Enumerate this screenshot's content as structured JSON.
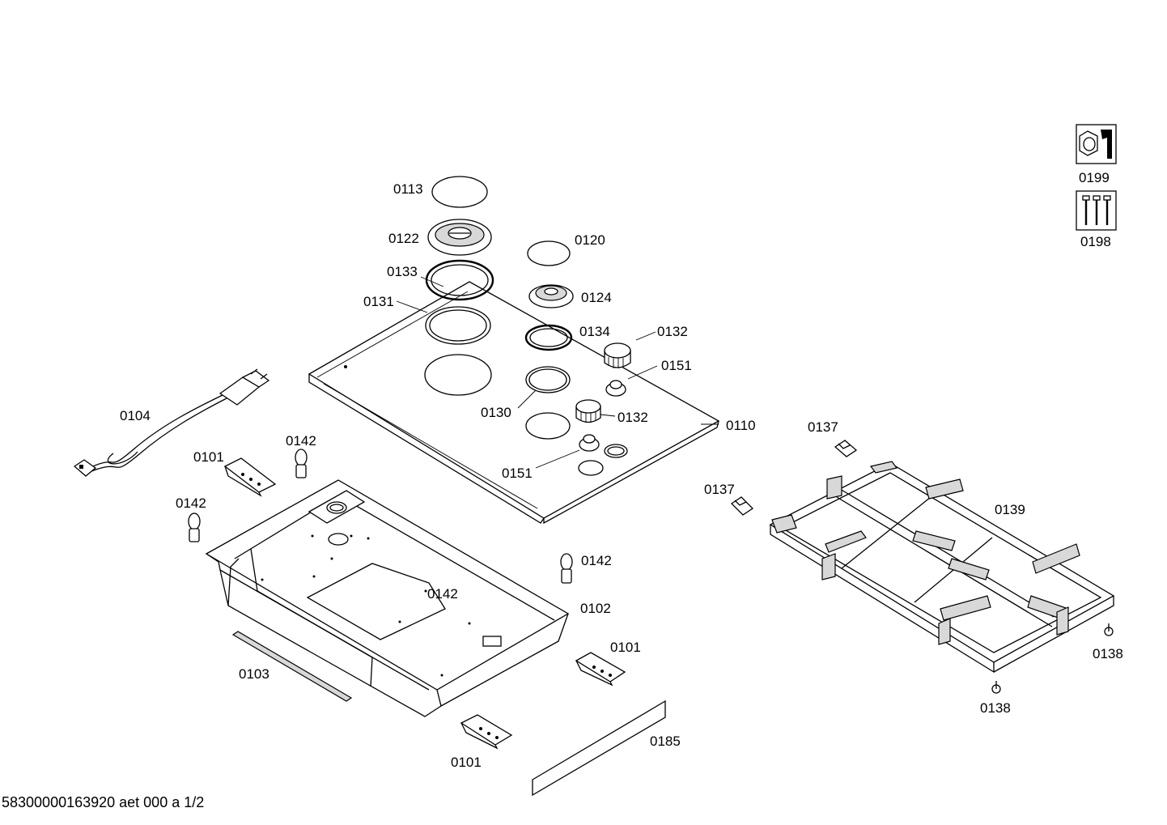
{
  "drawing_id": "58300000163920 aet 000 a 1/2",
  "part_labels": {
    "p0113": "0113",
    "p0122": "0122",
    "p0133": "0133",
    "p0131": "0131",
    "p0120": "0120",
    "p0124": "0124",
    "p0134": "0134",
    "p0132a": "0132",
    "p0151a": "0151",
    "p0130": "0130",
    "p0132b": "0132",
    "p0110": "0110",
    "p0151b": "0151",
    "p0104": "0104",
    "p0101a": "0101",
    "p0142a": "0142",
    "p0142b": "0142",
    "p0142c": "0142",
    "p0142d": "0142",
    "p0102": "0102",
    "p0101b": "0101",
    "p0103": "0103",
    "p0101c": "0101",
    "p0185": "0185",
    "p0137a": "0137",
    "p0137b": "0137",
    "p0139": "0139",
    "p0138a": "0138",
    "p0138b": "0138",
    "p0199": "0199",
    "p0198": "0198"
  },
  "icons": {
    "service_kit": "wrench-nut-icon",
    "screws_kit": "screws-icon"
  }
}
